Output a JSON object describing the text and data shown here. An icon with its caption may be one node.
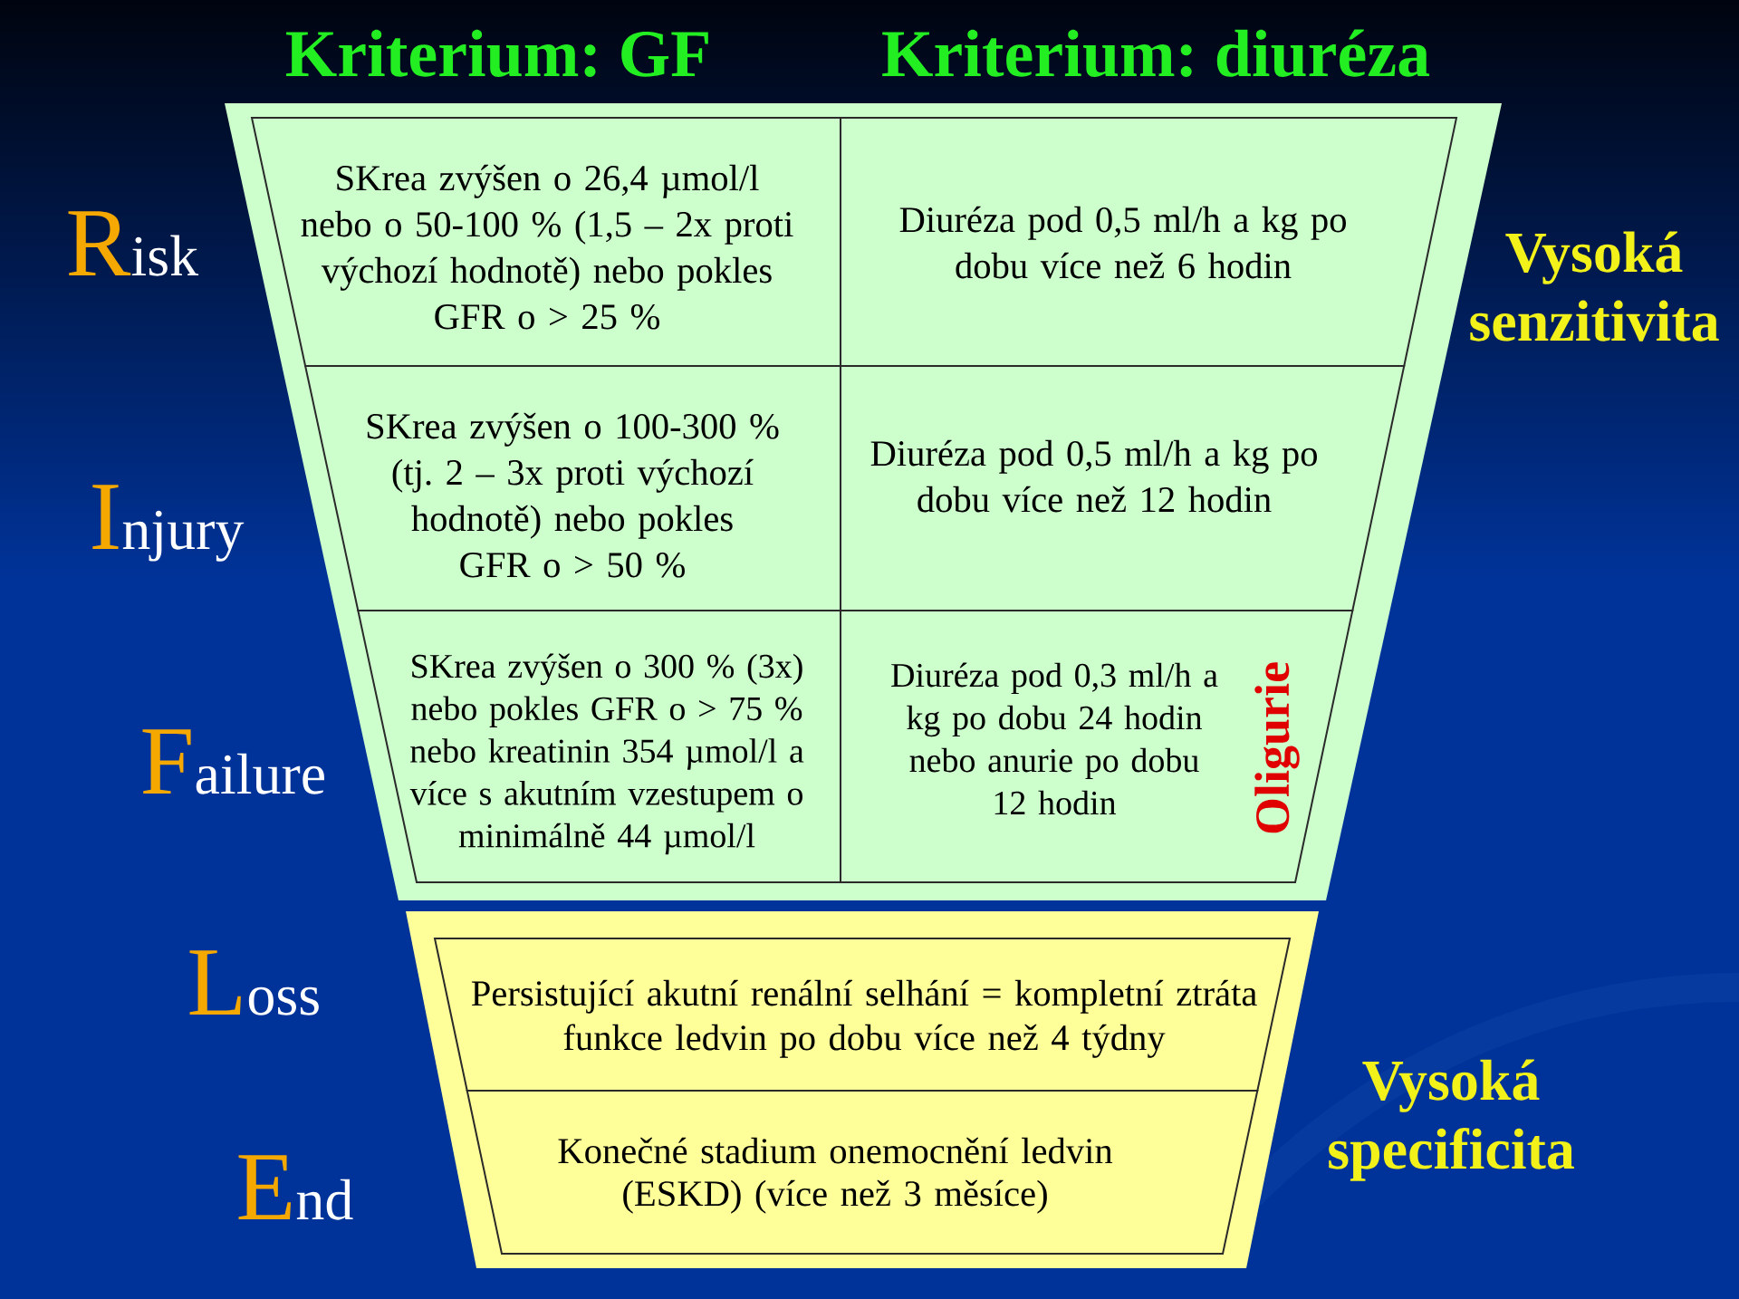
{
  "diagram": {
    "nodes": [
      {
        "text": [],
        "shape": "trapezoid"
      },
      {
        "text": [
          "SKrea zvýšen o 26,4 µmol/l nebo o 50-100 % (1,5 – 2x proti výchozí hodnotě) nebo pokles GFR o > 25 %"
        ],
        "in": 0
      },
      {
        "text": [
          "Diuréza pod 0,5 ml/h a kg po dobu více než 6 hodin"
        ],
        "in": 0
      },
      {
        "text": [
          "SKrea zvýšen o 100-300 % (tj. 2 – 3x proti výchozí hodnotě) nebo pokles GFR o > 50 %"
        ],
        "in": 0
      },
      {
        "text": [
          "Diuréza pod 0,5 ml/h a kg po dobu více než 12 hodin"
        ],
        "in": 0
      },
      {
        "text": [
          "SKrea zvýšen o 300 % (3x) nebo pokles GFR o > 75 % nebo kreatinin 354 µmol/l a více s akutním vzestupem o minimálně 44 µmol/l"
        ],
        "in": 0
      },
      {
        "text": [
          "Diuréza pod 0,3 ml/h a kg po dobu 24 hodin nebo anurie po dobu 12 hodin",
          "Oligurie"
        ],
        "in": 0
      },
      {
        "text": [],
        "shape": "trapezoid"
      },
      {
        "text": [
          "Persistující akutní renální selhání = kompletní ztráta funkce ledvin po dobu více než 4 týdny"
        ],
        "in": 7
      },
      {
        "text": [
          "Konečné stadium onemocnění ledvin (ESKD) (více než 3 měsíce)"
        ],
        "in": 7
      }
    ],
    "labels": [
      "Kriterium: GF",
      "Kriterium: diuréza",
      "Risk",
      "Vysoká senzitivita",
      "Injury",
      "Failure",
      "Loss",
      "Vysoká specificita",
      "End"
    ]
  }
}
